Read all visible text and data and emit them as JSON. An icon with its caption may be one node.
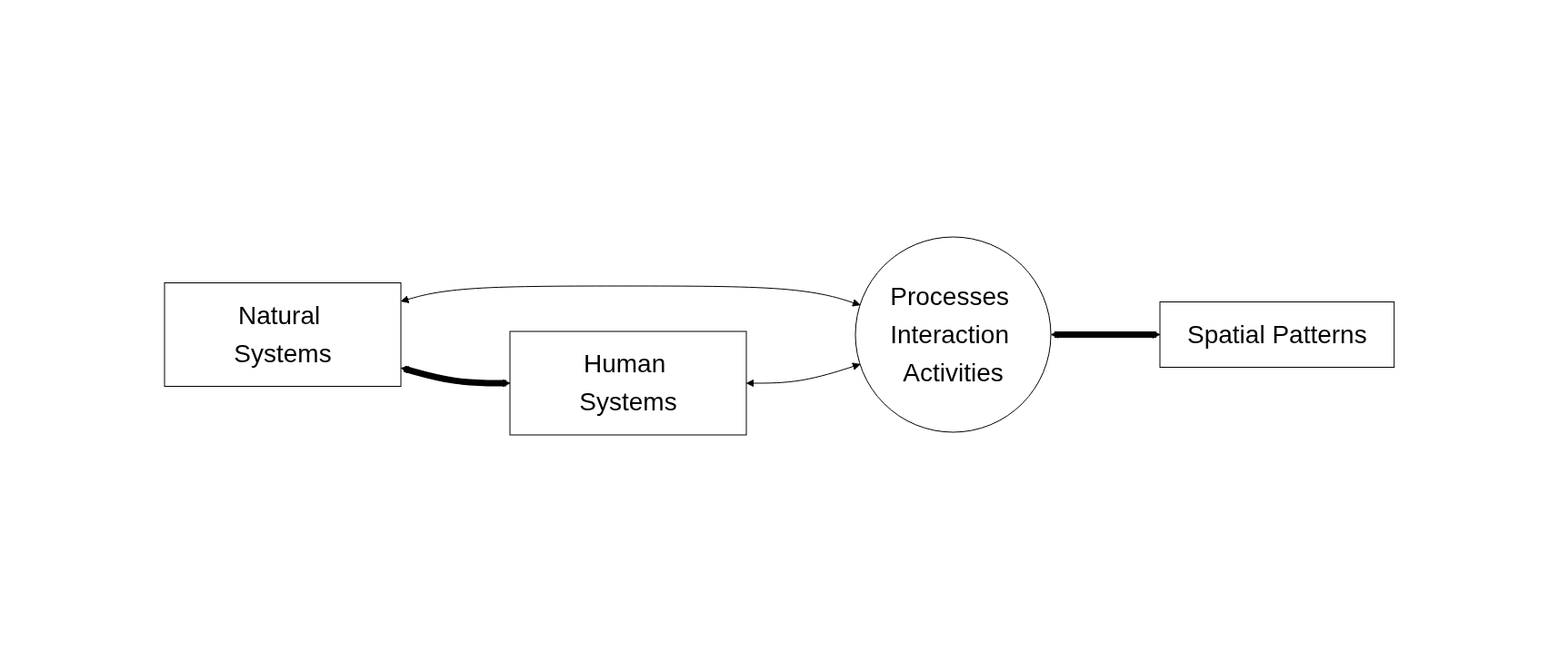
{
  "diagram": {
    "nodes": [
      {
        "text": [
          "Natural Systems"
        ]
      },
      {
        "text": [
          "Human Systems"
        ]
      },
      {
        "text": [
          "Processes Interaction Activities"
        ]
      },
      {
        "text": [
          "Spatial Patterns"
        ]
      }
    ],
    "edges": [
      {
        "from": 0,
        "to": 2,
        "arrow": "both"
      },
      {
        "from": 1,
        "to": 2,
        "arrow": "both"
      },
      {
        "from": 0,
        "to": 1,
        "arrow": "both",
        "style": "thick"
      },
      {
        "from": 2,
        "to": 3,
        "arrow": "both",
        "style": "thick"
      }
    ]
  }
}
